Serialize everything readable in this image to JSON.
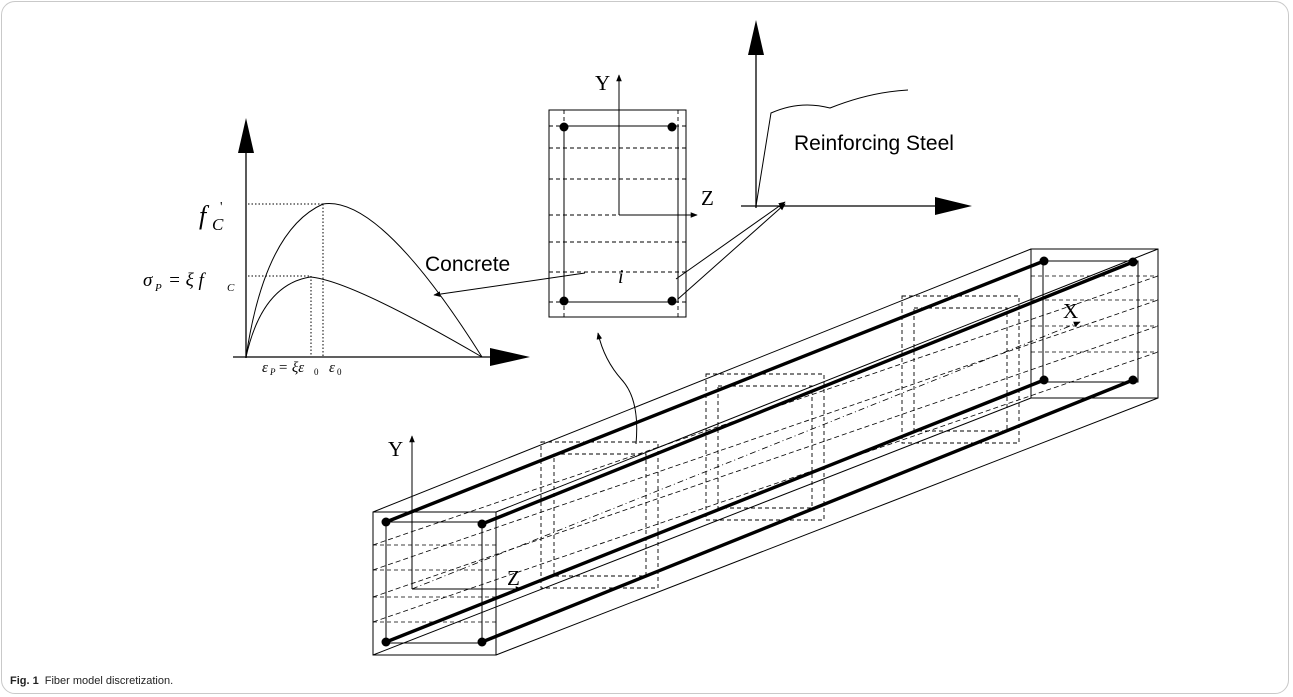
{
  "labels": {
    "reinforcing_steel": "Reinforcing Steel",
    "concrete": "Concrete",
    "fc": "f",
    "fc_sub": "C",
    "fc_prime": "'",
    "sigma_p": "σ",
    "sigma_p_sub": "P",
    "sigma_p_eq": "= ξ f",
    "sigma_p_eq_sub": "C",
    "eps_p": "ε",
    "eps_p_sub": "P",
    "eps_p_eq": "= ξε",
    "eps_p_eq_sub": "0",
    "eps0": "ε",
    "eps0_sub": "0",
    "fiber_i": "i",
    "axis_y_section": "Y",
    "axis_z_section": "Z",
    "axis_y_beam": "Y",
    "axis_z_beam": "Z",
    "axis_x_beam": "X"
  },
  "caption": {
    "label": "Fig. 1",
    "text": "Fiber model discretization."
  }
}
